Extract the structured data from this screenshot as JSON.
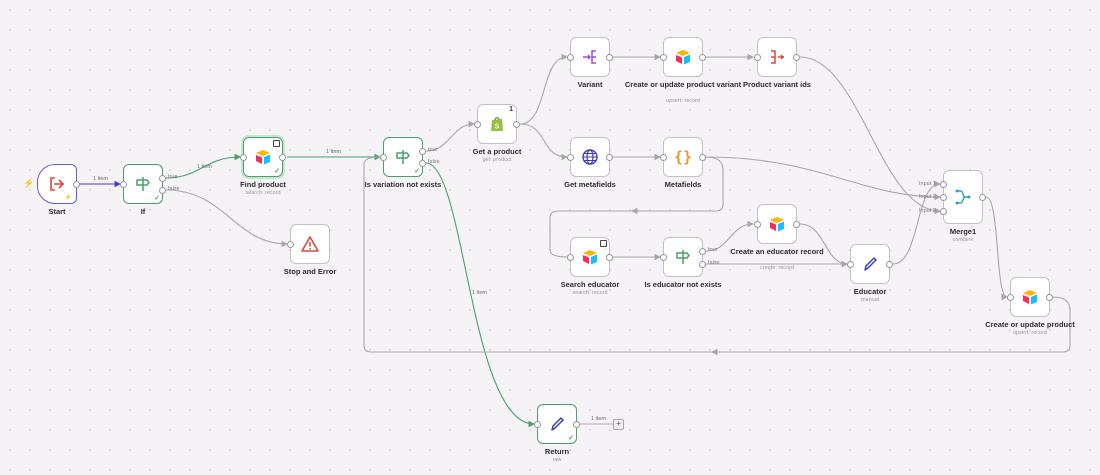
{
  "nodes": {
    "start": {
      "label": "Start"
    },
    "if": {
      "label": "If",
      "true": "true",
      "false": "false"
    },
    "find_product": {
      "label": "Find product",
      "sub": "search: record"
    },
    "stop_error": {
      "label": "Stop and Error"
    },
    "is_variation": {
      "label": "Is variation not exists",
      "true": "true",
      "false": "false"
    },
    "get_product": {
      "label": "Get a product",
      "sub": "get: product",
      "badge": "1"
    },
    "variant": {
      "label": "Variant"
    },
    "create_update_variant": {
      "label": "Create or update product variant",
      "sub": "upsert: record"
    },
    "product_variant_ids": {
      "label": "Product variant ids"
    },
    "get_metafields": {
      "label": "Get metafields"
    },
    "metafields": {
      "label": "Metafields"
    },
    "merge1": {
      "label": "Merge1",
      "sub": "combine",
      "input1": "Input 1",
      "input2": "Input 2",
      "input3": "Input 3"
    },
    "search_educator": {
      "label": "Search educator",
      "sub": "search: record"
    },
    "is_educator": {
      "label": "Is educator not exists",
      "true": "true",
      "false": "false"
    },
    "create_educator": {
      "label": "Create an educator record",
      "sub": "create: record"
    },
    "educator": {
      "label": "Educator",
      "sub": "manual"
    },
    "create_update_product": {
      "label": "Create or update product",
      "sub": "upsert: record"
    },
    "return": {
      "label": "Return",
      "sub": "raw"
    }
  },
  "edge_labels": {
    "start_if": "1 item",
    "if_find": "1 item",
    "find_isvar": "1 item",
    "isvar_return": "1 item",
    "return_out": "1 item"
  },
  "colors": {
    "success": "#48a26a",
    "trigger": "#6b5bd6",
    "edge": "#a9a5ad",
    "error": "#e0463a"
  }
}
